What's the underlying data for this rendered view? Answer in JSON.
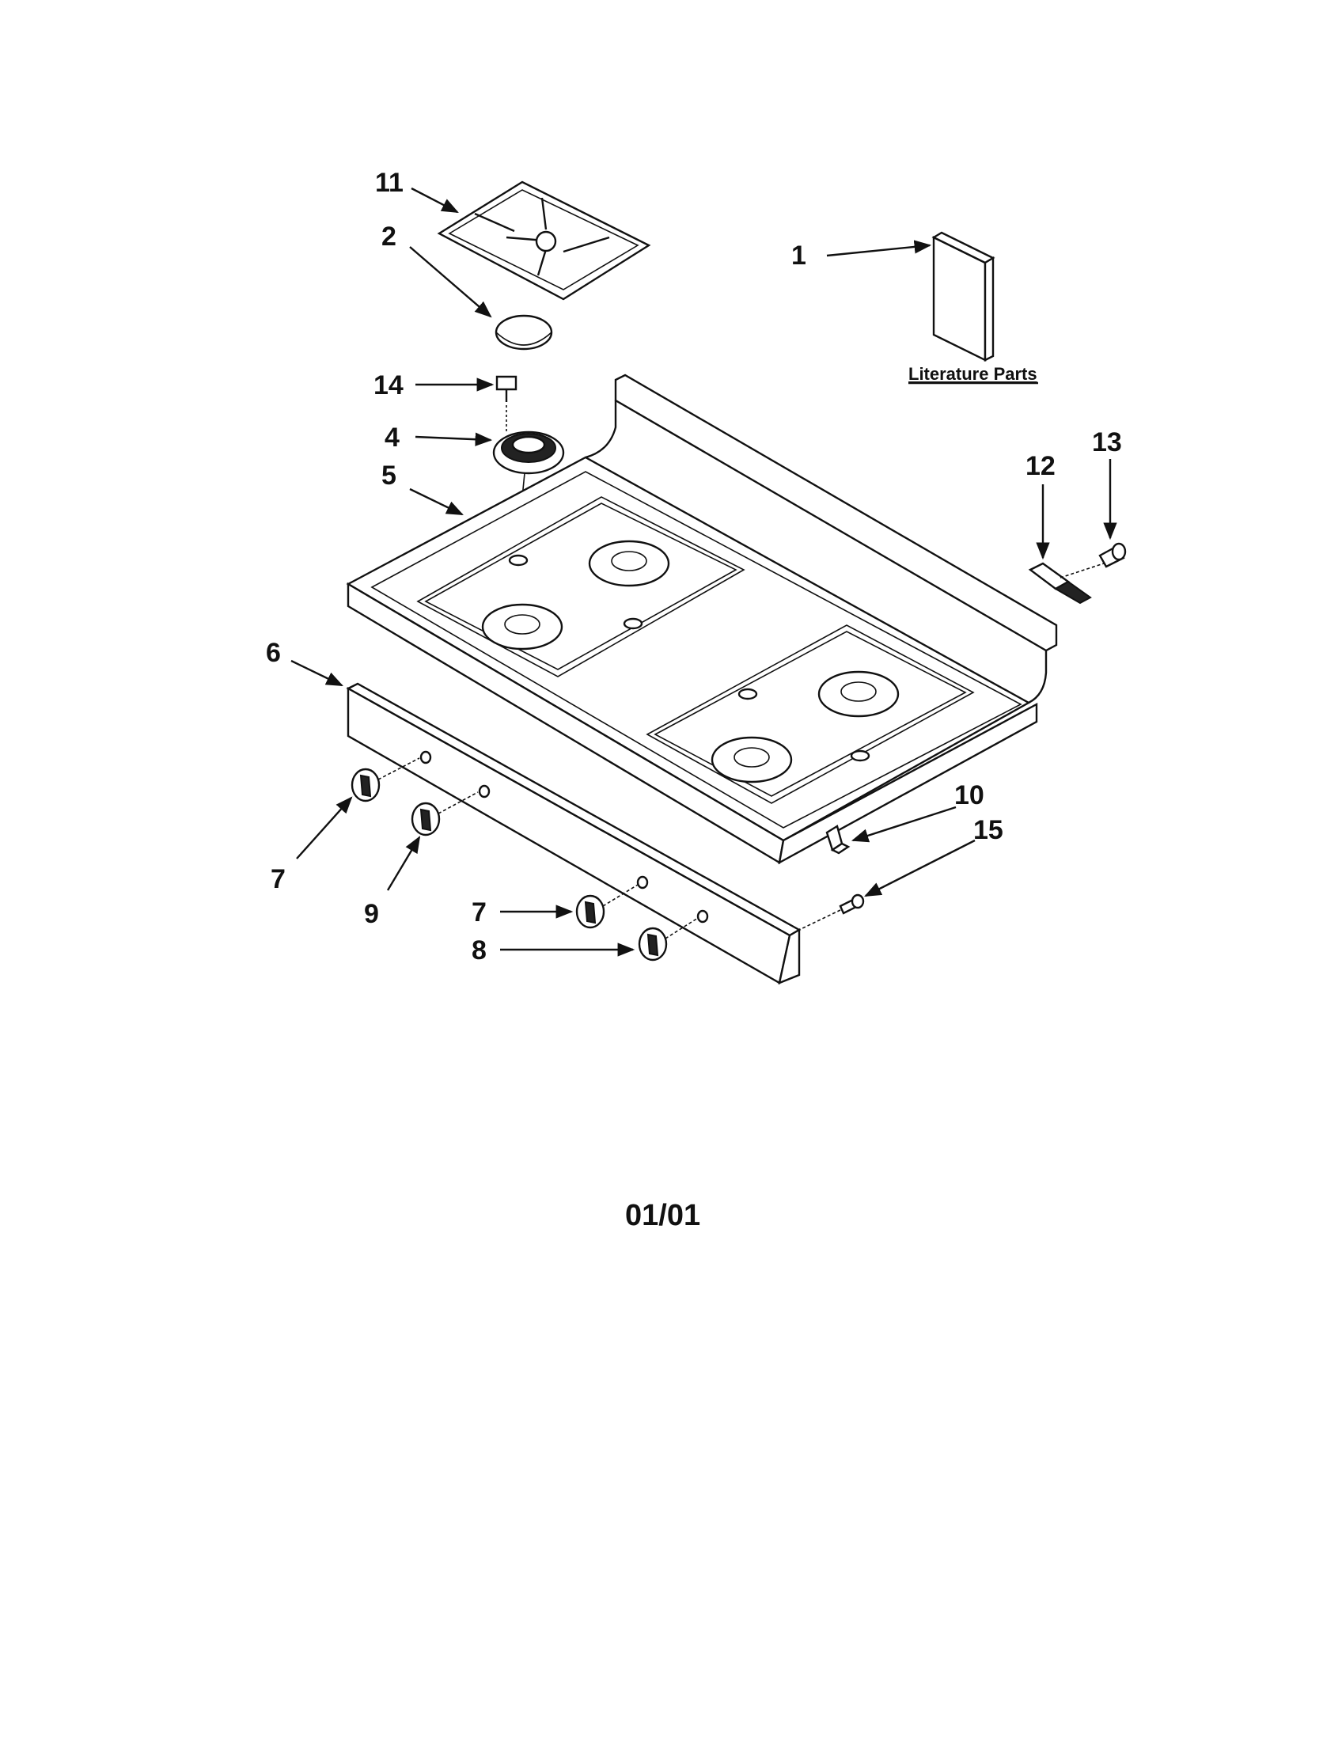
{
  "callouts": {
    "c1": "1",
    "c2": "2",
    "c4": "4",
    "c5": "5",
    "c6": "6",
    "c7a": "7",
    "c7b": "7",
    "c8": "8",
    "c9": "9",
    "c10": "10",
    "c11": "11",
    "c12": "12",
    "c13": "13",
    "c14": "14",
    "c15": "15"
  },
  "literature_label": "Literature Parts",
  "page_code": "01/01"
}
